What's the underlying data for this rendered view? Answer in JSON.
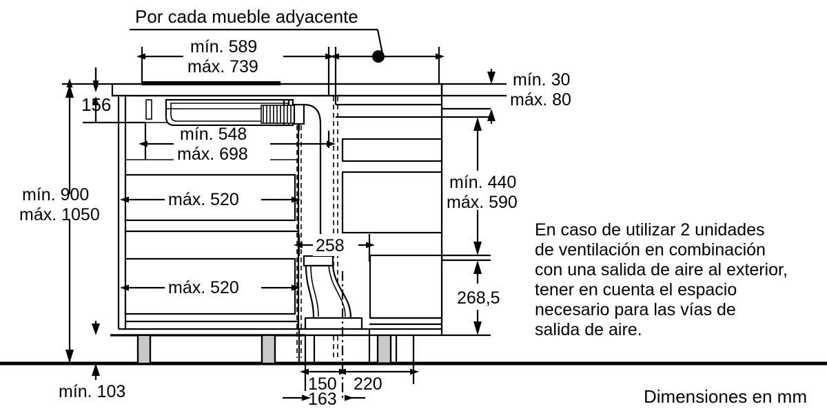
{
  "diagram": {
    "title_note": "Por cada mueble adyacente",
    "footer_note": "Dimensiones en mm",
    "units": "mm",
    "paragraph": {
      "lines": [
        "En caso de utilizar 2 unidades",
        "de ventilación en combinación",
        "con una salida de aire al exterior,",
        "tener en cuenta el espacio",
        "necesario para las vías de",
        "salida de aire."
      ]
    },
    "dimensions": {
      "top_width_min": "mín. 589",
      "top_width_max": "máx. 739",
      "cutout_width_min": "mín. 548",
      "cutout_width_max": "máx. 698",
      "top_gap_min": "mín. 30",
      "top_gap_max": "máx. 80",
      "hood_height": "156",
      "worktop_height_min": "mín. 900",
      "worktop_height_max": "máx. 1050",
      "drawer_width_upper": "máx. 520",
      "drawer_width_lower": "máx. 520",
      "cabinet_height_min": "mín. 440",
      "cabinet_height_max": "máx. 590",
      "duct_offset": "258",
      "outlet_height": "268,5",
      "plinth_height": "mín. 103",
      "base_left": "150",
      "base_right": "220",
      "base_front": "163"
    },
    "colors": {
      "line": "#000000",
      "leg_fill": "#c9c9c9",
      "background": "#ffffff"
    }
  }
}
